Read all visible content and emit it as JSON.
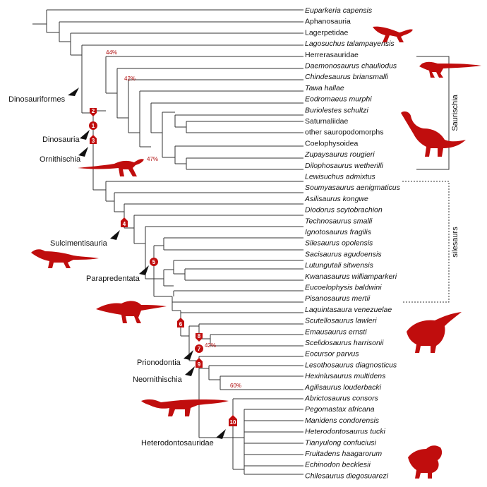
{
  "taxa": [
    {
      "name": "Euparkeria capensis",
      "italic": true
    },
    {
      "name": "Aphanosauria",
      "italic": false
    },
    {
      "name": "Lagerpetidae",
      "italic": false
    },
    {
      "name": "Lagosuchus talampayensis",
      "italic": true
    },
    {
      "name": "Herrerasauridae",
      "italic": false
    },
    {
      "name": "Daemonosaurus chauliodus",
      "italic": true
    },
    {
      "name": "Chindesaurus briansmalli",
      "italic": true
    },
    {
      "name": "Tawa hallae",
      "italic": true
    },
    {
      "name": "Eodromaeus murphi",
      "italic": true
    },
    {
      "name": "Buriolestes schultzi",
      "italic": true
    },
    {
      "name": "Saturnaliidae",
      "italic": false
    },
    {
      "name": "other sauropodomorphs",
      "italic": false
    },
    {
      "name": "Coelophysoidea",
      "italic": false
    },
    {
      "name": "Zupaysaurus rougieri",
      "italic": true
    },
    {
      "name": "Dilophosaurus wetherilli",
      "italic": true
    },
    {
      "name": "Lewisuchus admixtus",
      "italic": true
    },
    {
      "name": "Soumyasaurus aenigmaticus",
      "italic": true
    },
    {
      "name": "Asilisaurus kongwe",
      "italic": true
    },
    {
      "name": "Diodorus scytobrachion",
      "italic": true
    },
    {
      "name": "Technosaurus smalli",
      "italic": true
    },
    {
      "name": "Ignotosaurus fragilis",
      "italic": true
    },
    {
      "name": "Silesaurus opolensis",
      "italic": true
    },
    {
      "name": "Sacisaurus agudoensis",
      "italic": true
    },
    {
      "name": "Lutungutali sitwensis",
      "italic": true
    },
    {
      "name": "Kwanasaurus williamparkeri",
      "italic": true
    },
    {
      "name": "Eucoelophysis baldwini",
      "italic": true
    },
    {
      "name": "Pisanosaurus mertii",
      "italic": true
    },
    {
      "name": "Laquintasaura venezuelae",
      "italic": true
    },
    {
      "name": "Scutellosaurus lawleri",
      "italic": true
    },
    {
      "name": "Emausaurus ernsti",
      "italic": true
    },
    {
      "name": "Scelidosaurus harrisonii",
      "italic": true
    },
    {
      "name": "Eocursor parvus",
      "italic": true
    },
    {
      "name": "Lesothosaurus diagnosticus",
      "italic": true
    },
    {
      "name": "Hexinlusaurus multidens",
      "italic": true
    },
    {
      "name": "Agilisaurus louderbacki",
      "italic": true
    },
    {
      "name": "Abrictosaurus consors",
      "italic": true
    },
    {
      "name": "Pegomastax africana",
      "italic": true
    },
    {
      "name": "Manidens condorensis",
      "italic": true
    },
    {
      "name": "Heterodontosaurus tucki",
      "italic": true
    },
    {
      "name": "Tianyulong confuciusi",
      "italic": true
    },
    {
      "name": "Fruitadens haagarorum",
      "italic": true
    },
    {
      "name": "Echinodon becklesii",
      "italic": true
    },
    {
      "name": "Chilesaurus diegosuarezi",
      "italic": true
    }
  ],
  "clades": {
    "dinosauriformes": "Dinosauriformes",
    "dinosauria": "Dinosauria",
    "ornithischia": "Ornithischia",
    "sulcimentisauria": "Sulcimentisauria",
    "parapredentata": "Parapredentata",
    "prionodontia": "Prionodontia",
    "neornithischia": "Neornithischia",
    "heterodontosauridae": "Heterodontosauridae"
  },
  "brackets": {
    "saurischia": "Saurischia",
    "silesaurs": "silesaurs"
  },
  "support_values": {
    "p44": "44%",
    "p42a": "42%",
    "p47": "47%",
    "p42b": "42%",
    "p60": "60%"
  },
  "node_numbers": {
    "n1": "1",
    "n2": "2",
    "n3": "3",
    "n4": "4",
    "n5": "5",
    "n6": "6",
    "n7": "7",
    "n8": "8",
    "n9": "9",
    "n10": "10"
  },
  "colors": {
    "branch": "#333333",
    "accent": "#c00d0d",
    "silhouette": "#c00d0d"
  },
  "icons": [
    "lagerpetid-silhouette",
    "herrerasaurid-silhouette",
    "sauropodomorph-silhouette",
    "theropod-silhouette",
    "silesaur-silhouette",
    "pisanosaurus-silhouette",
    "thyreophoran-silhouette",
    "neornithischian-silhouette",
    "heterodontosaurid-silhouette"
  ]
}
